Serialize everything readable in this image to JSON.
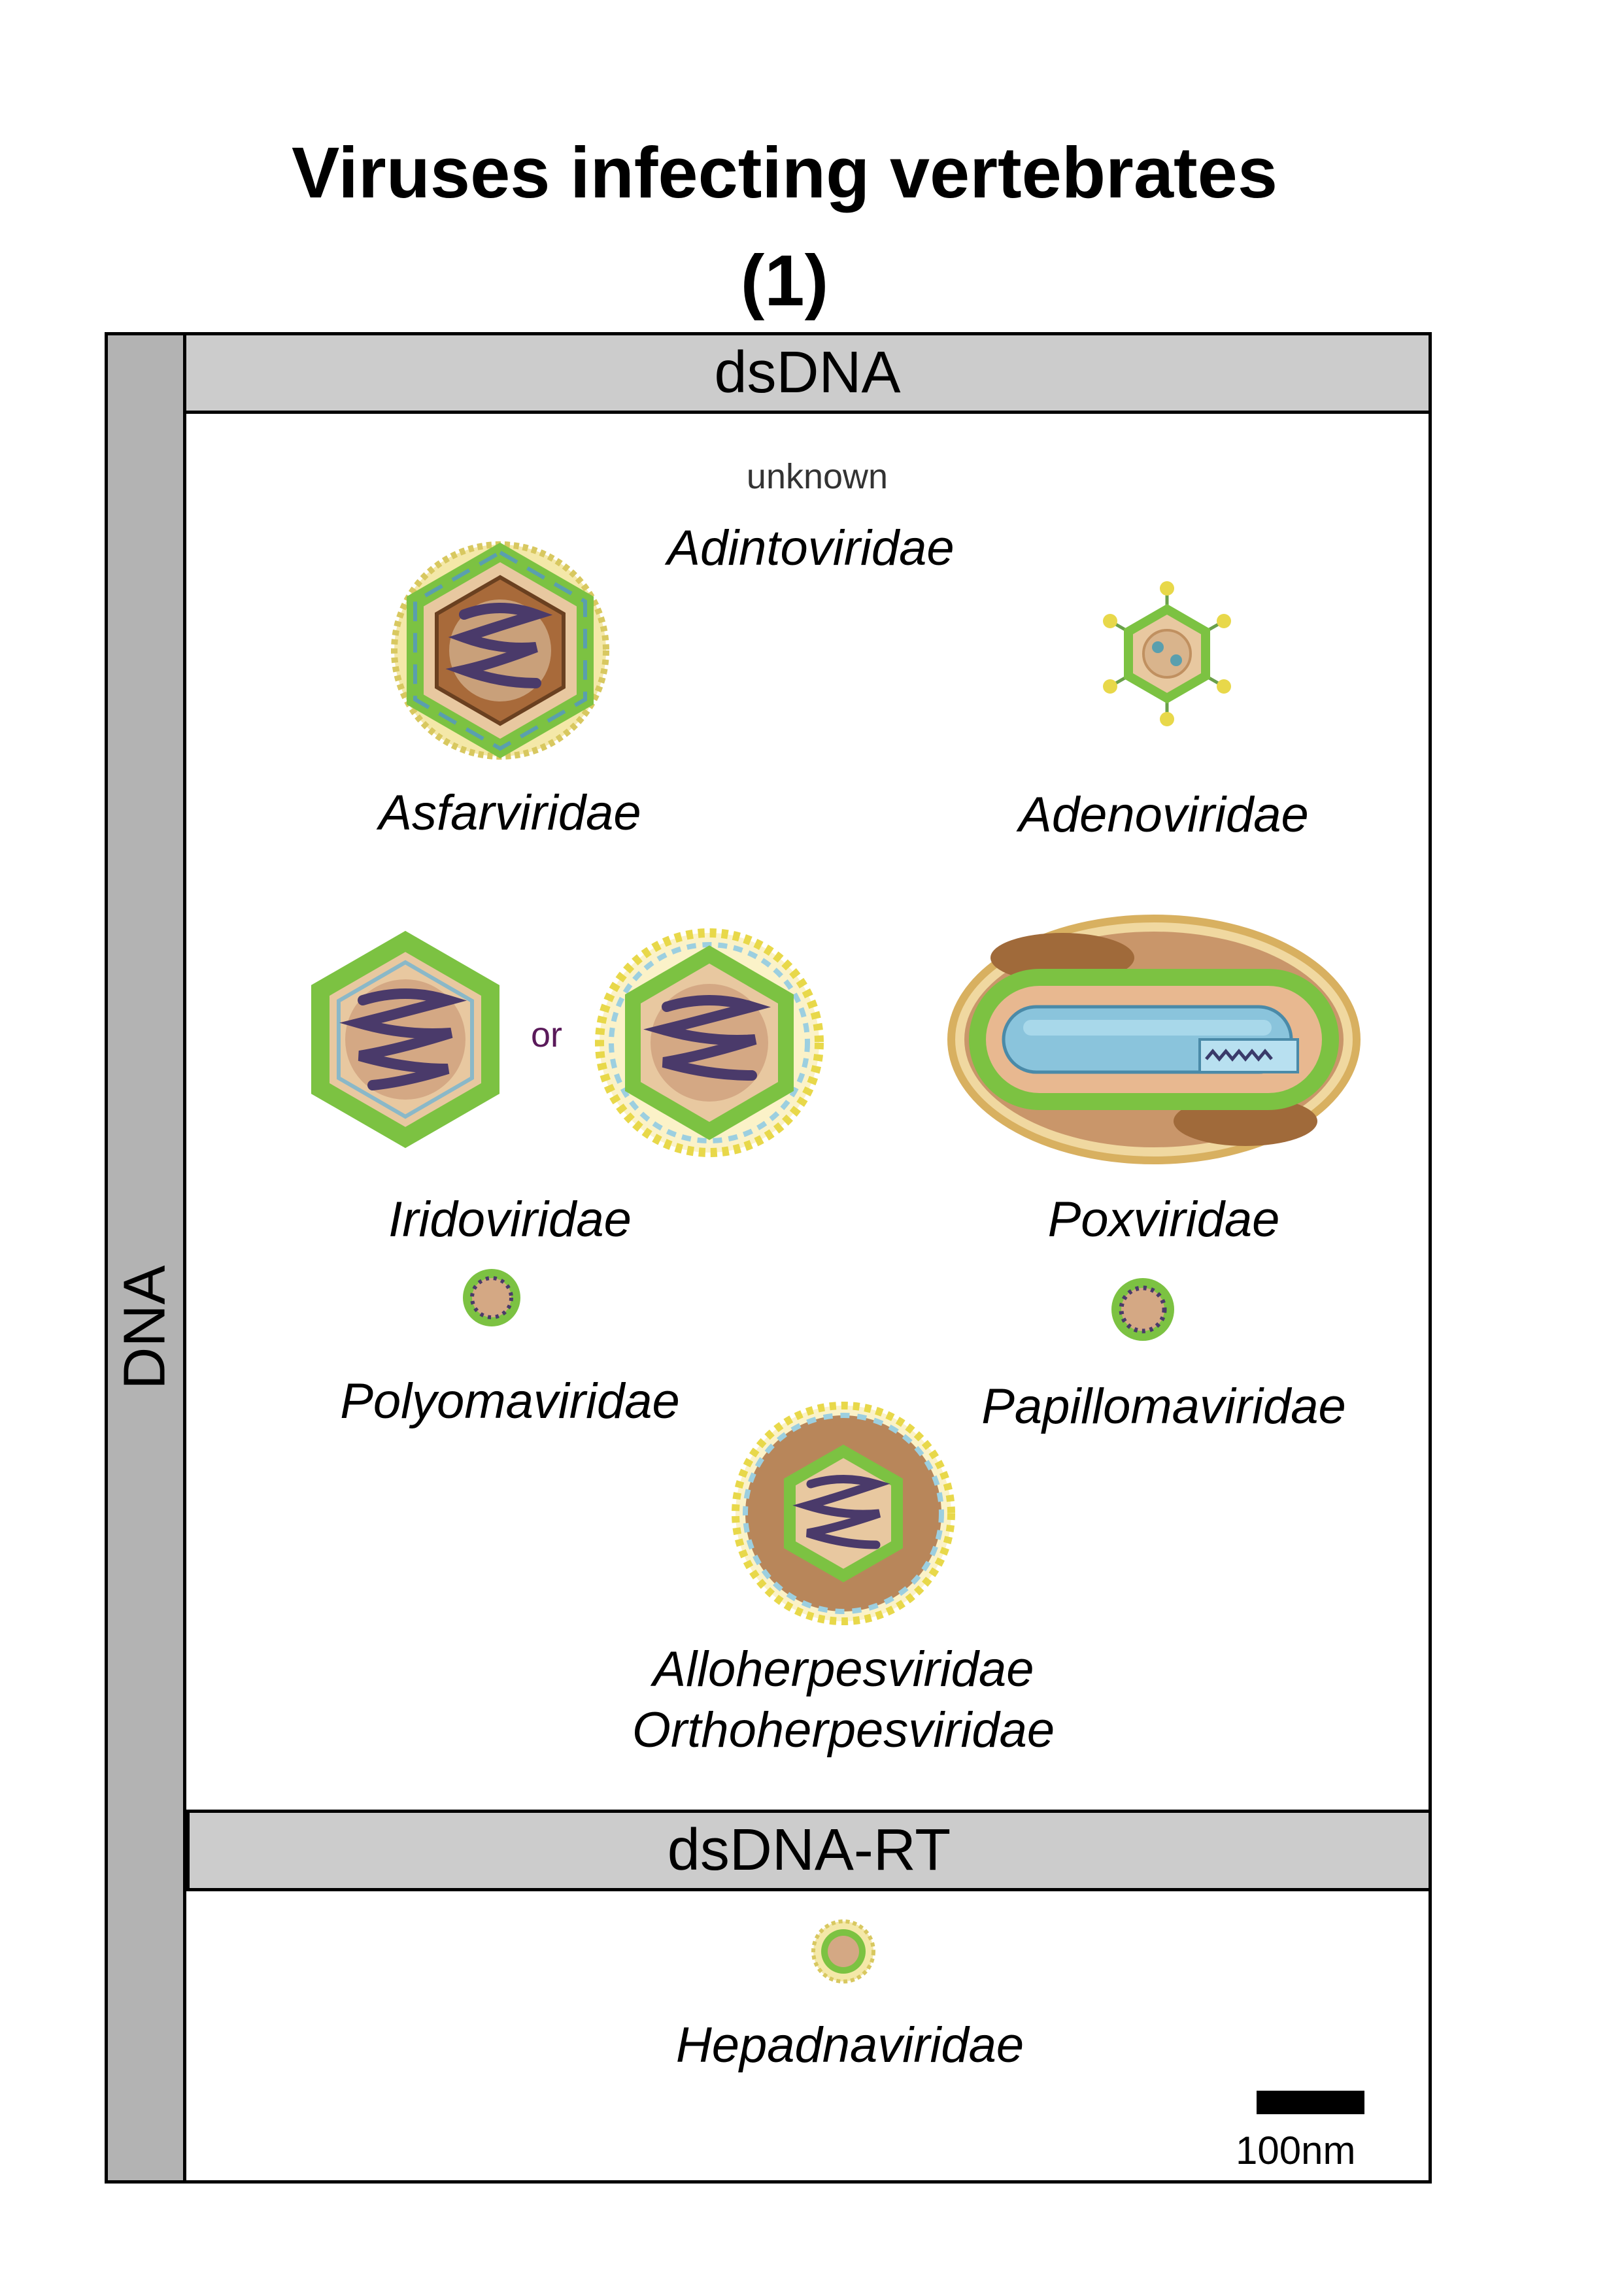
{
  "title": {
    "line1": "Viruses infecting vertebrates",
    "line2": "(1)"
  },
  "side_label": "DNA",
  "sections": {
    "dsdna": {
      "header": "dsDNA"
    },
    "dsdna_rt": {
      "header": "dsDNA-RT"
    }
  },
  "labels": {
    "unknown": "unknown",
    "adintoviridae": "Adintoviridae",
    "asfarviridae": "Asfarviridae",
    "adenoviridae": "Adenoviridae",
    "or": "or",
    "iridoviridae": "Iridoviridae",
    "poxviridae": "Poxviridae",
    "polyomaviridae": "Polyomaviridae",
    "papillomaviridae": "Papillomaviridae",
    "alloherpesviridae": "Alloherpesviridae",
    "orthoherpesviridae": "Orthoherpesviridae",
    "hepadnaviridae": "Hepadnaviridae"
  },
  "scale": {
    "label": "100nm"
  },
  "colors": {
    "header_fill": "#cccccc",
    "side_bar_fill": "#b3b3b3",
    "capsid_green": "#7cc242",
    "core_tan": "#d9b48c",
    "genome_purple": "#4a3a6a",
    "glyco_yellow": "#e8d84a",
    "envelope_blue": "#7fb8d0",
    "or_color": "#5a1a5a"
  }
}
